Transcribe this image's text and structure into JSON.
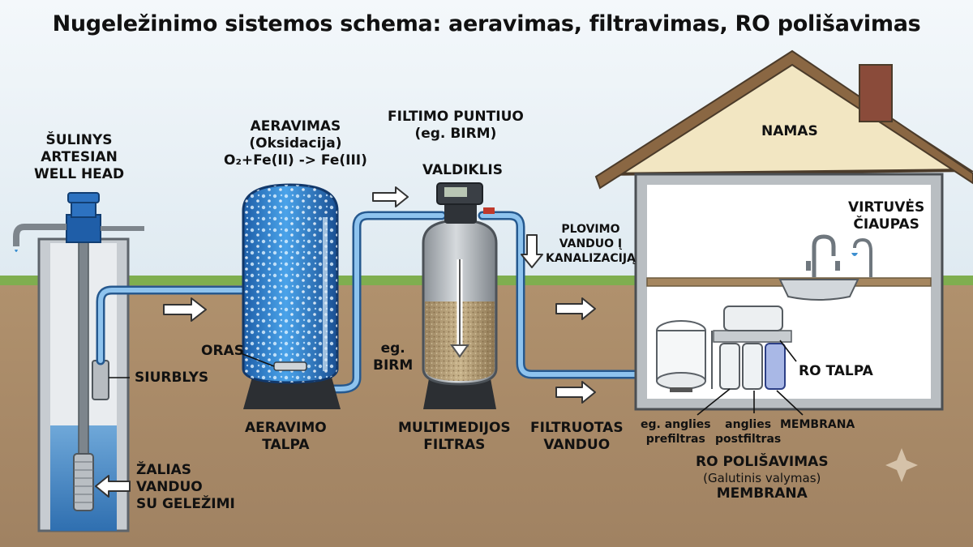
{
  "title": "Nugeležinimo sistemos schema: aeravimas, filtravimas, RO polišavimas",
  "labels": {
    "well": [
      "ŠULINYS",
      "ARTESIAN",
      "WELL HEAD"
    ],
    "pump": "SIURBLYS",
    "raw_water": [
      "ŽALIAS",
      "VANDUO",
      "SU GELEŽIMI"
    ],
    "aeration": [
      "AERAVIMAS",
      "(Oksidacija)",
      "O₂+Fe(II) -> Fe(III)"
    ],
    "air": "ORAS",
    "aeration_tank": [
      "AERAVIMO",
      "TALPA"
    ],
    "filter_head": [
      "FILTIMO PUNTIUO",
      "(eg. BIRM)"
    ],
    "controller": "VALDIKLIS",
    "media": [
      "eg.",
      "BIRM"
    ],
    "multimedia_filter": [
      "MULTIMEDIJOS",
      "FILTRAS"
    ],
    "backwash": [
      "PLOVIMO",
      "VANDUO Į",
      "KANALIZACIJĄ"
    ],
    "filtered_water": [
      "FILTRUOTAS",
      "VANDUO"
    ],
    "house": "NAMAS",
    "kitchen_tap": [
      "VIRTUVĖS",
      "ČIAUPAS"
    ],
    "ro_tank": "RO TALPA",
    "prefilter": [
      "eg. anglies",
      "prefiltras"
    ],
    "postfilter": [
      "anglies",
      "postfiltras"
    ],
    "membrane": "MEMBRANA",
    "ro_polishing": [
      "RO POLIŠAVIMAS",
      "(Galutinis valymas)",
      "MEMBRANA"
    ]
  },
  "colors": {
    "sky": "#e9f1f6",
    "grass": "#7fae4f",
    "soil": "#a88a67",
    "water": "#3d8fd0",
    "pipe": "#5b9fd6",
    "roof": "#f2e6c2"
  }
}
